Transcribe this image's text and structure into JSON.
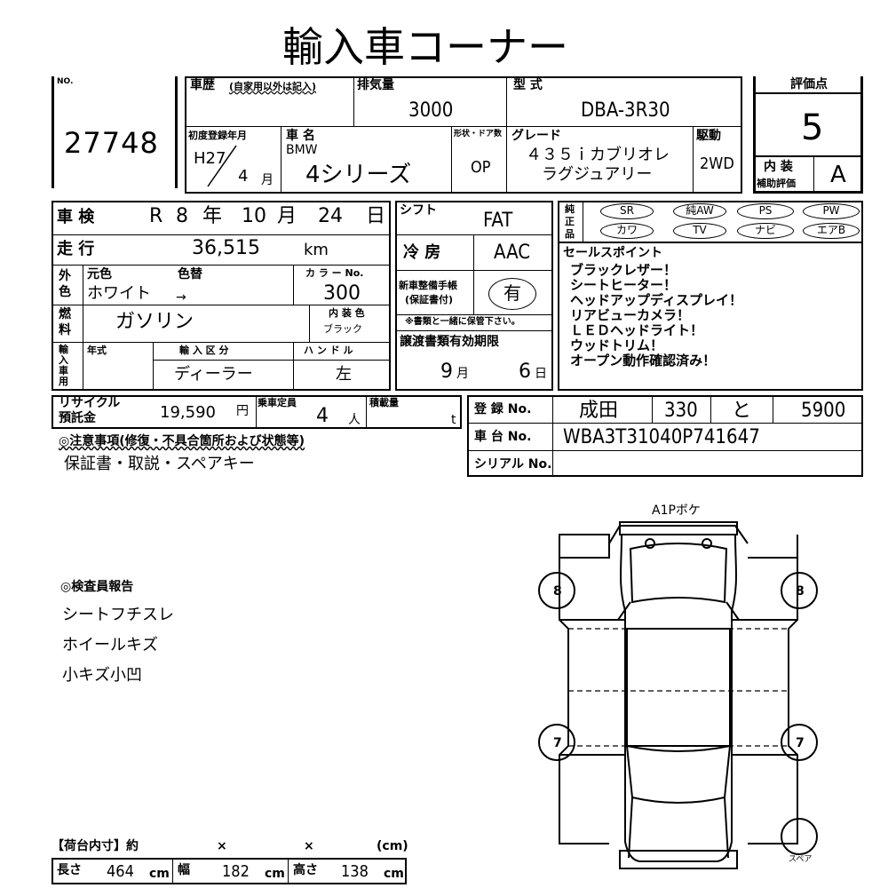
{
  "title": "輸入車コーナー",
  "lot": {
    "label": "NO.",
    "number": "27748"
  },
  "history": {
    "label": "車歴",
    "note": "(自家用以外は記入)",
    "value": ""
  },
  "displacement": {
    "label": "排気量",
    "value": "3000"
  },
  "model_code": {
    "label": "型 式",
    "value": "DBA-3R30"
  },
  "grade_score": {
    "label": "評価点",
    "value": "5"
  },
  "interior_score": {
    "label1": "内 装",
    "label2": "補助評価",
    "value": "A"
  },
  "first_reg": {
    "label": "初度登録年月",
    "year": "H27",
    "month": "4",
    "month_unit": "月"
  },
  "car_name": {
    "label": "車 名",
    "maker": "BMW",
    "value": "4シリーズ"
  },
  "body_doors": {
    "label": "形状・ドア数",
    "value": "OP"
  },
  "grade": {
    "label": "グレード",
    "line1": "４３５ｉカブリオレ",
    "line2": "ラグジュアリー"
  },
  "drive": {
    "label": "駆動",
    "value": "2WD"
  },
  "shaken": {
    "label": "車 検",
    "era": "R",
    "year": "8",
    "year_unit": "年",
    "month": "10",
    "month_unit": "月",
    "day": "24",
    "day_unit": "日"
  },
  "shift": {
    "label": "シフト",
    "value": "FAT"
  },
  "options": {
    "label": "純正品",
    "items": [
      "SR",
      "純AW",
      "PS",
      "PW",
      "カワ",
      "TV",
      "ナビ",
      "エアB"
    ]
  },
  "mileage": {
    "label": "走 行",
    "value": "36,515",
    "unit": "km"
  },
  "ac": {
    "label": "冷 房",
    "value": "AAC"
  },
  "color": {
    "label": "外色",
    "orig_label": "元色",
    "change_label": "色替",
    "value": "ホワイト",
    "arrow": "→",
    "code_label": "カ ラ ー No.",
    "code": "300",
    "interior_label": "内 装 色",
    "interior": "ブラック"
  },
  "service_book": {
    "label1": "新車整備手帳",
    "label2": "(保証書付)",
    "value": "有",
    "note": "※書類と一緒に保管下さい。"
  },
  "fuel": {
    "label": "燃料",
    "value": "ガソリン"
  },
  "import": {
    "label": "輸入車用",
    "year_label": "年式",
    "type_label": "輸 入 区 分",
    "type": "ディーラー",
    "handle_label": "ハ ン ド ル",
    "handle": "左"
  },
  "transfer": {
    "label": "譲渡書類有効期限",
    "month": "9",
    "month_unit": "月",
    "day": "6",
    "day_unit": "日"
  },
  "sales_points": {
    "label": "セールスポイント",
    "items": [
      "ブラックレザー！",
      "シートヒーター！",
      "ヘッドアップディスプレイ！",
      "リアビューカメラ！",
      "ＬＥＤヘッドライト！",
      "ウッドトリム！",
      "オープン動作確認済み！"
    ]
  },
  "recycle": {
    "label1": "リサイクル",
    "label2": "預託金",
    "value": "19,590",
    "unit": "円"
  },
  "capacity": {
    "label": "乗車定員",
    "value": "4",
    "unit": "人"
  },
  "load": {
    "label": "積載量",
    "unit": "t"
  },
  "registration": {
    "label": "登 録 No.",
    "region": "成田",
    "class": "330",
    "kana": "と",
    "number": "5900"
  },
  "chassis": {
    "label": "車 台 No.",
    "value": "WBA3T31040P741647"
  },
  "serial": {
    "label": "シリアル No."
  },
  "notes": {
    "label": "◎注意事項(修復・不具合箇所および状態等)",
    "value": "保証書・取説・スペアキー"
  },
  "inspector": {
    "label": "◎検査員報告",
    "items": [
      "シートフチスレ",
      "ホイールキズ",
      "小キズ小凹"
    ]
  },
  "diagram": {
    "top_note": "A1Pボケ",
    "tire_fl": "8",
    "tire_fr": "8",
    "tire_rl": "7",
    "tire_rr": "7",
    "spare": "スペア"
  },
  "cargo": {
    "label": "【荷台内寸】約",
    "x1": "×",
    "x2": "×",
    "unit_label": "(cm)",
    "length_label": "長さ",
    "length": "464",
    "width_label": "幅",
    "width": "182",
    "height_label": "高さ",
    "height": "138",
    "unit": "cm"
  }
}
